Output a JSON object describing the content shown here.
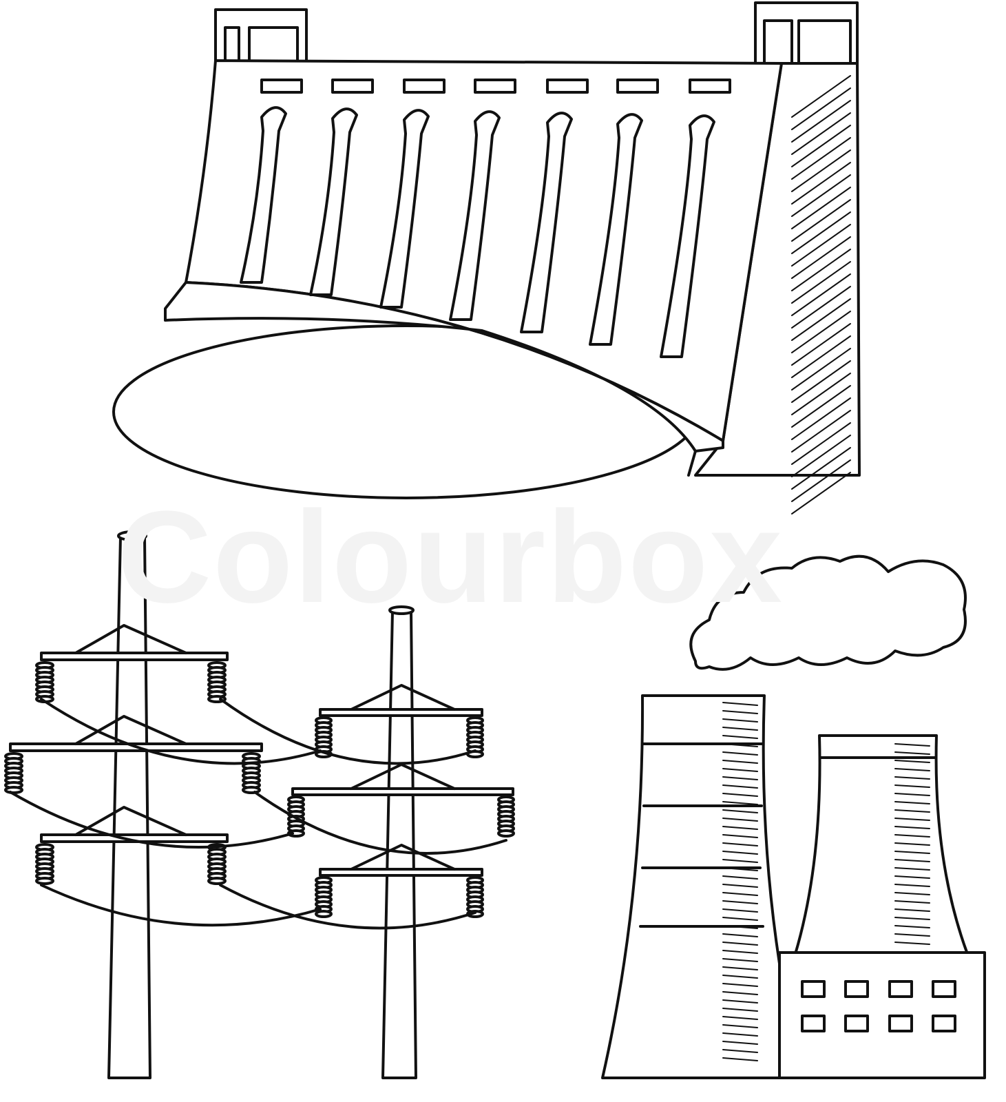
{
  "illustration": {
    "subjects": [
      "hydroelectric-dam",
      "power-transmission-towers",
      "cooling-towers-power-plant",
      "smoke-cloud"
    ],
    "style": "black-and-white-sketch",
    "stroke_color": "#111111",
    "background_color": "#ffffff"
  },
  "watermark": {
    "text": "Colourbox",
    "color": "#f3f3f3"
  }
}
